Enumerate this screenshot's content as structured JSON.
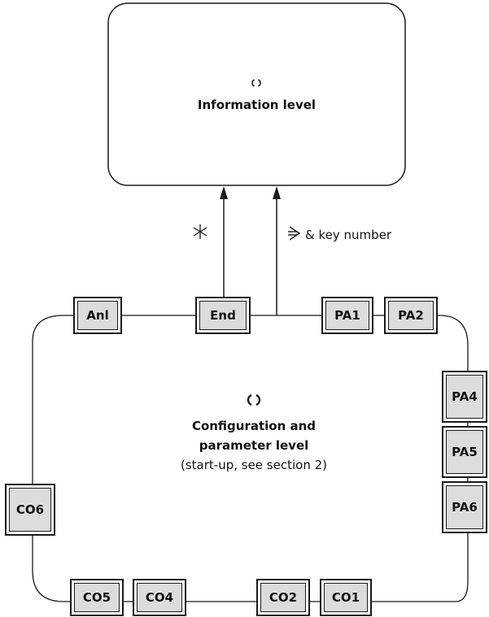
{
  "info_level": {
    "icon": "rotate-icon",
    "title": "Information level"
  },
  "arrows": {
    "left_symbol": "*",
    "right_label": "& key number",
    "right_icon": "double-arrow-icon"
  },
  "config_level": {
    "icon": "rotate-icon",
    "title_line1": "Configuration and",
    "title_line2": "parameter level",
    "subtitle": "(start-up, see section 2)"
  },
  "nodes": {
    "anl": "Anl",
    "end": "End",
    "pa1": "PA1",
    "pa2": "PA2",
    "pa4": "PA4",
    "pa5": "PA5",
    "pa6": "PA6",
    "co6": "CO6",
    "co5": "CO5",
    "co4": "CO4",
    "co2": "CO2",
    "co1": "CO1"
  }
}
